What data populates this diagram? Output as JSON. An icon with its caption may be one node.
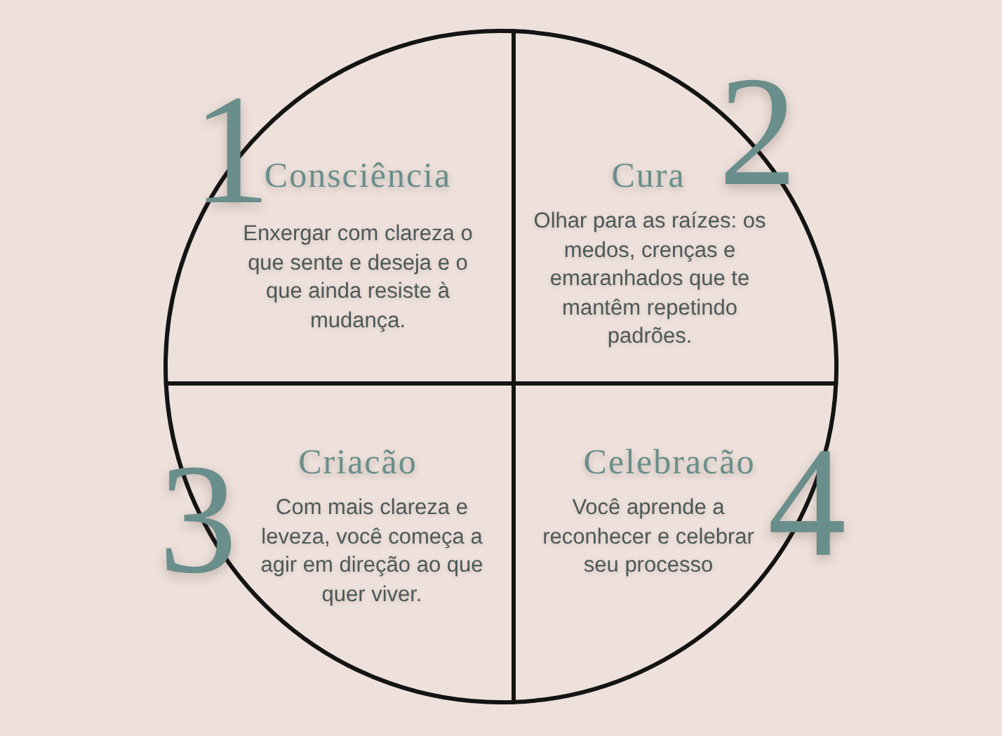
{
  "diagram": {
    "nodes": [
      {
        "text": [
          "1",
          "Consciência",
          "Enxergar com clareza o que sente e deseja e o que ainda resiste à mudança."
        ]
      },
      {
        "text": [
          "Cura",
          "2",
          "Olhar para as raízes: os medos, crenças e emaranhados que te mantêm repetindo padrões."
        ]
      },
      {
        "text": [
          "3",
          "Criacão",
          "Com mais clareza e leveza, você começa a agir em direção ao que quer viver."
        ]
      },
      {
        "text": [
          "Celebracão",
          "Você aprende a reconhecer e celebrar seu processo",
          "4"
        ]
      }
    ],
    "edges": []
  }
}
